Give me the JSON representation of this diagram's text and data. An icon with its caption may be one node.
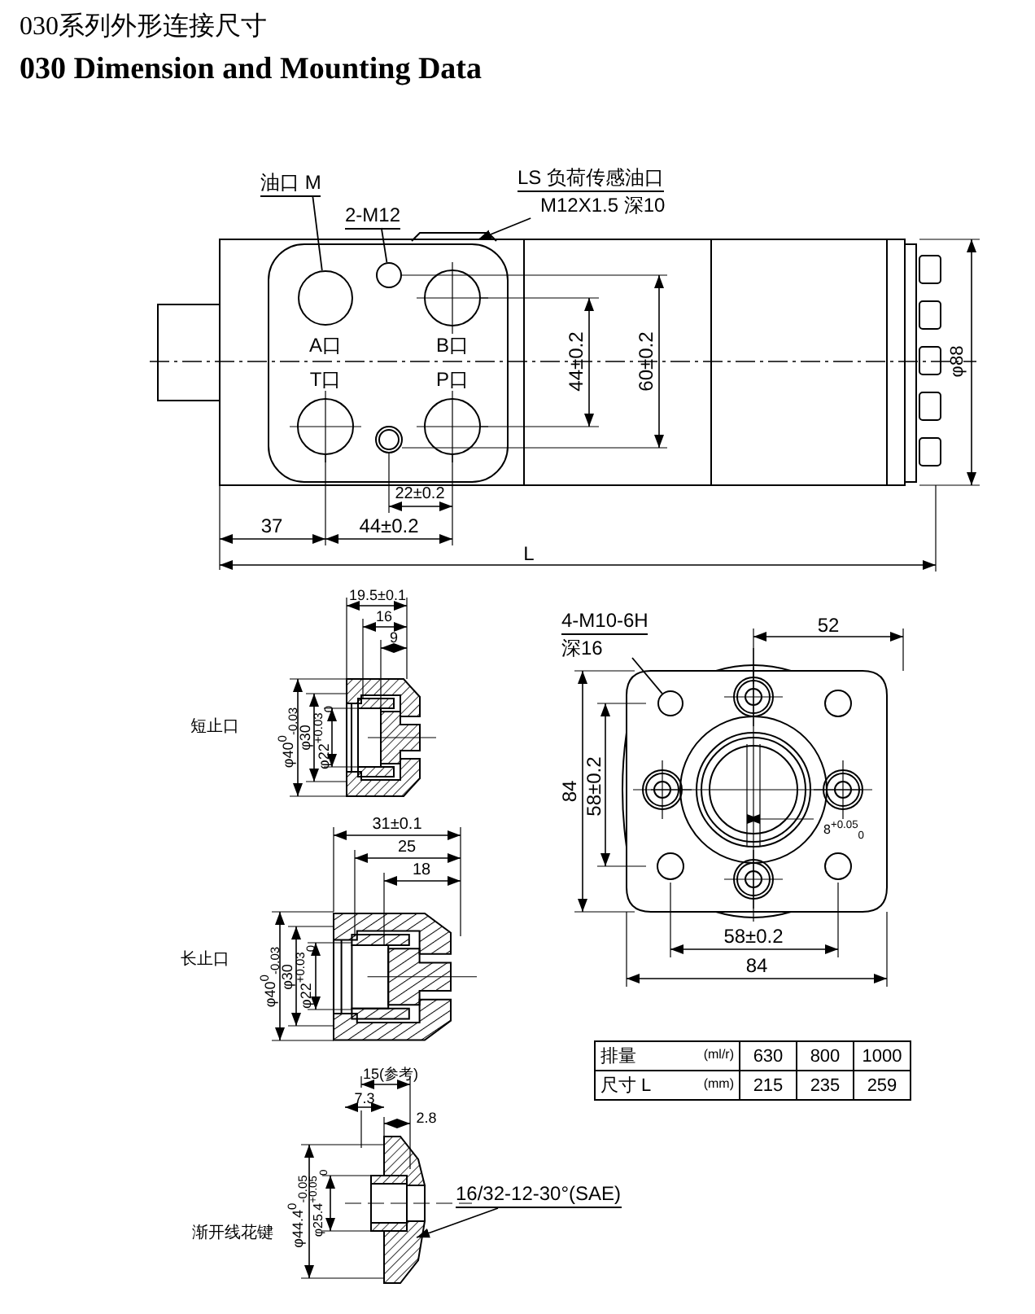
{
  "diagram": {
    "title": "030系列外形连接尺寸",
    "nodes": [
      {
        "text": [
          "油口 M"
        ]
      },
      {
        "text": [],
        "shape": "circle"
      },
      {
        "text": [
          "2-M12"
        ]
      },
      {
        "text": [],
        "shape": "circle"
      },
      {
        "text": [
          "LS 负荷传感油口",
          "M12X1.5 深10"
        ]
      },
      {
        "text": [
          "4-M10-6H",
          "深16"
        ]
      },
      {
        "text": [],
        "shape": "circle"
      },
      {
        "text": [
          "16/32-12-30°(SAE)"
        ]
      }
    ],
    "edges": [
      {
        "from": 0,
        "to": 1,
        "arrow": "none"
      },
      {
        "from": 2,
        "to": 3,
        "arrow": "none"
      },
      {
        "from": 4,
        "to": null,
        "arrow": "to"
      },
      {
        "from": 5,
        "to": 6,
        "arrow": "none"
      },
      {
        "from": 7,
        "to": null,
        "arrow": "to"
      }
    ],
    "labels": [
      "030 Dimension and Mounting Data",
      "A口",
      "B口",
      "T口",
      "P口",
      "44±0.2",
      "60±0.2",
      "φ88",
      "22±0.2",
      "37",
      "44±0.2",
      "L",
      "19.5±0.1",
      "16",
      "9",
      "φ40$^{0}$$_{-0.03}$",
      "φ30",
      "φ22$^{+0.03}$$_{0}$",
      "短止口",
      "31±0.1",
      "25",
      "18",
      "φ40$^{0}$$_{-0.03}$",
      "φ30",
      "φ22$^{+0.03}$$_{0}$",
      "长止口",
      "52",
      "84",
      "58±0.2",
      "8$^{+0.05}$$_{0}$",
      "58±0.2",
      "84",
      "排量",
      "(ml/r)",
      "630",
      "800",
      "1000",
      "尺寸 L",
      "(mm)",
      "215",
      "235",
      "259",
      "15(参考)",
      "7.3",
      "2.8",
      "φ44.4$^{0}$$_{-0.05}$",
      "φ25.4$^{+0.05}$$_{0}$",
      "渐开线花键"
    ]
  }
}
